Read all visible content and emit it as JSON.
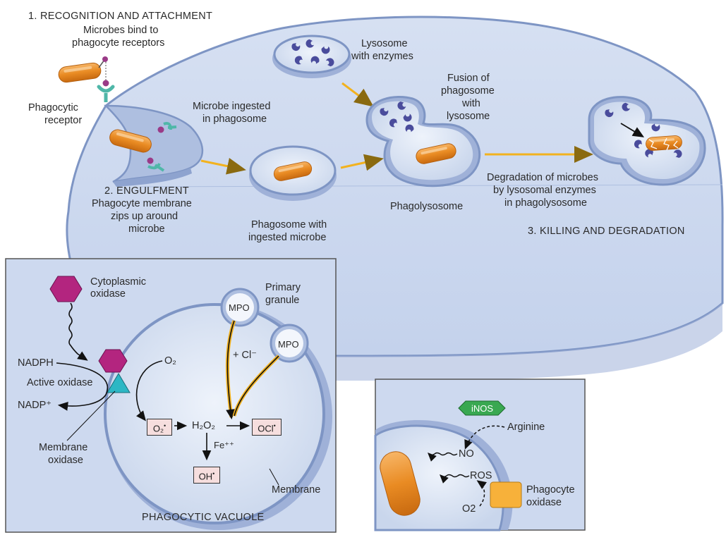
{
  "colors": {
    "cell": "#cdd9ef",
    "cell_edge": "#7e95c4",
    "microbe": "#e98b23",
    "granule_purple": "#4a4c9c",
    "receptor": "#4fb7a8",
    "oxidase": "#b3257f",
    "inos": "#39a851",
    "arrow_yellow": "#f2b21f"
  },
  "icons": [
    "microbe-rod",
    "phagocytic-receptor",
    "lysosome-granule",
    "hexagon-oxidase",
    "triangle-oxidase",
    "square-oxidase"
  ],
  "top": {
    "step1_title": "1. RECOGNITION AND ATTACHMENT",
    "step1_desc_line1": "Microbes bind to",
    "step1_desc_line2": "phagocyte receptors",
    "receptor_label_line1": "Phagocytic",
    "receptor_label_line2": "receptor",
    "ingested_line1": "Microbe ingested",
    "ingested_line2": "in phagosome",
    "step2_title": "2. ENGULFMENT",
    "step2_line1": "Phagocyte membrane",
    "step2_line2": "zips up around",
    "step2_line3": "microbe",
    "phagosome_line1": "Phagosome with",
    "phagosome_line2": "ingested microbe",
    "lysosome_line1": "Lysosome",
    "lysosome_line2": "with enzymes",
    "fusion_line1": "Fusion of",
    "fusion_line2": "phagosome",
    "fusion_line3": "with",
    "fusion_line4": "lysosome",
    "phagolysosome": "Phagolysosome",
    "degradation_line1": "Degradation of microbes",
    "degradation_line2": "by lysosomal enzymes",
    "degradation_line3": "in phagolysosome",
    "step3_title": "3. KILLING AND DEGRADATION"
  },
  "left_panel": {
    "cyto_line1": "Cytoplasmic",
    "cyto_line2": "oxidase",
    "primary_line1": "Primary",
    "primary_line2": "granule",
    "mpo": "MPO",
    "nadph": "NADPH",
    "active_oxidase": "Active oxidase",
    "nadp": "NADP⁺",
    "membrane_oxidase_line1": "Membrane",
    "membrane_oxidase_line2": "oxidase",
    "o2": "O₂",
    "cl": "+ Cl⁻",
    "superoxide": "O₂",
    "h2o2": "H₂O₂",
    "ocl": "OCl",
    "fe": "Fe⁺⁺",
    "oh": "OH",
    "membrane": "Membrane",
    "vacuole_title": "PHAGOCYTIC VACUOLE"
  },
  "right_panel": {
    "inos": "iNOS",
    "arginine": "Arginine",
    "no": "NO",
    "ros": "ROS",
    "o2": "O2",
    "phagocyte_oxidase_line1": "Phagocyte",
    "phagocyte_oxidase_line2": "oxidase"
  }
}
